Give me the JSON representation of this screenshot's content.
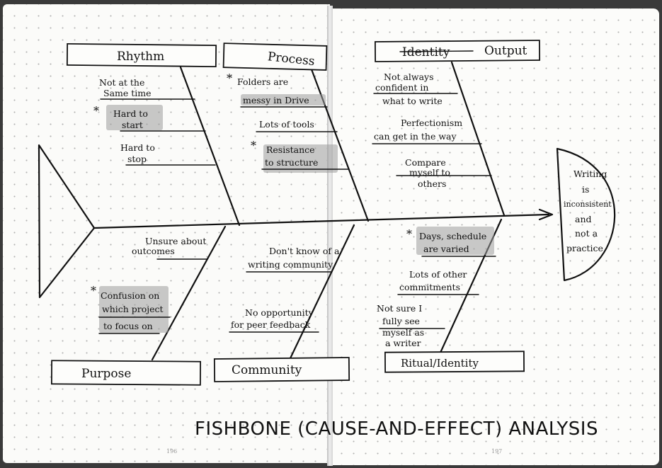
{
  "diagram": {
    "title": "FISHBONE (CAUSE-AND-EFFECT) ANALYSIS",
    "effect": [
      "Writing",
      "is",
      "inconsistent",
      "and",
      "not a",
      "practice"
    ],
    "page_numbers": {
      "left": "196",
      "right": "197"
    },
    "categories": {
      "rhythm": {
        "label": "Rhythm"
      },
      "process": {
        "label": "Process"
      },
      "output": {
        "label": "Output",
        "struck": "Identity"
      },
      "purpose": {
        "label": "Purpose"
      },
      "community": {
        "label": "Community"
      },
      "ritual": {
        "label": "Ritual/Identity"
      }
    },
    "causes": {
      "rhythm": [
        {
          "lines": [
            "Not at the",
            "Same time"
          ],
          "star": false
        },
        {
          "lines": [
            "Hard to",
            "start"
          ],
          "star": true
        },
        {
          "lines": [
            "Hard to",
            "stop"
          ],
          "star": false
        }
      ],
      "process": [
        {
          "lines": [
            "Folders are",
            "messy in Drive"
          ],
          "star": true
        },
        {
          "lines": [
            "Lots of tools"
          ],
          "star": false
        },
        {
          "lines": [
            "Resistance",
            "to structure"
          ],
          "star": true
        }
      ],
      "output": [
        {
          "lines": [
            "Not always",
            "confident in",
            "what to write"
          ],
          "star": false
        },
        {
          "lines": [
            "Perfectionism",
            "can get in the way"
          ],
          "star": false
        },
        {
          "lines": [
            "Compare",
            "myself to",
            "others"
          ],
          "star": false
        }
      ],
      "purpose": [
        {
          "lines": [
            "Unsure about",
            "outcomes"
          ],
          "star": false
        },
        {
          "lines": [
            "Confusion on",
            "which project",
            "to focus on"
          ],
          "star": true
        }
      ],
      "community": [
        {
          "lines": [
            "Don't know of a",
            "writing community"
          ],
          "star": false
        },
        {
          "lines": [
            "No opportunity",
            "for peer feedback"
          ],
          "star": false
        }
      ],
      "ritual": [
        {
          "lines": [
            "Days, schedule",
            "are varied"
          ],
          "star": true
        },
        {
          "lines": [
            "Lots of other",
            "commitments"
          ],
          "star": false
        },
        {
          "lines": [
            "Not sure I",
            "fully see",
            "myself as",
            "a writer"
          ],
          "star": false
        }
      ]
    },
    "colors": {
      "ink": "#111111",
      "paper": "#fbfbf9",
      "highlight": "#9c9c9c",
      "background": "#3a3a3a"
    }
  }
}
